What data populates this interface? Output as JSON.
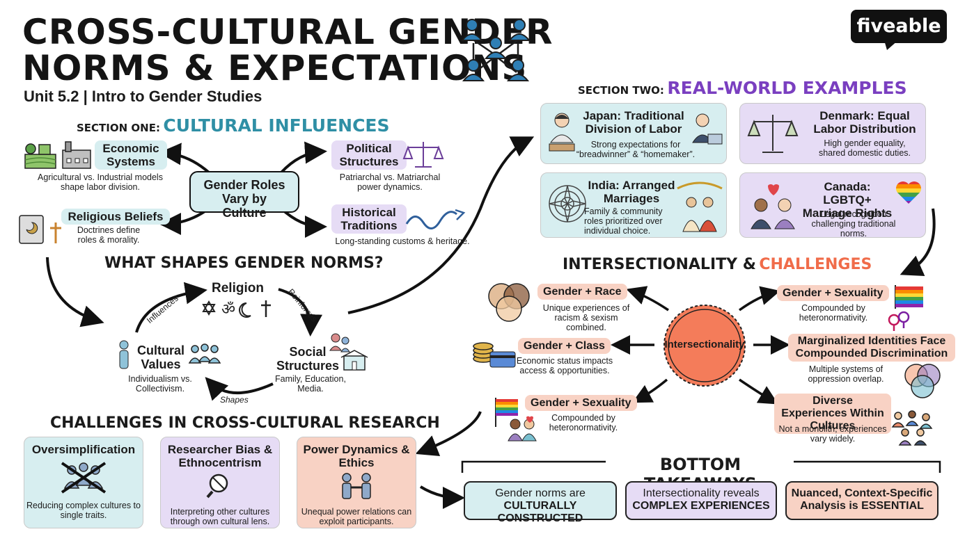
{
  "header": {
    "title_line1": "CROSS-CULTURAL GENDER",
    "title_line2": "NORMS & EXPECTATIONS",
    "subtitle": "Unit 5.2 | Intro to Gender Studies",
    "brand": "fiveable"
  },
  "section_one": {
    "label": "SECTION ONE:",
    "name": "CULTURAL INFLUENCES",
    "center": "Gender Roles Vary by Culture",
    "economic": {
      "title": "Economic Systems",
      "desc": "Agricultural vs. Industrial models shape labor division."
    },
    "political": {
      "title": "Political Structures",
      "desc": "Patriarchal vs. Matriarchal power dynamics."
    },
    "religious": {
      "title": "Religious Beliefs",
      "desc": "Doctrines define roles & morality."
    },
    "historical": {
      "title": "Historical Traditions",
      "desc": "Long-standing customs & heritage."
    }
  },
  "shapes": {
    "heading": "WHAT SHAPES GENDER NORMS?",
    "religion": "Religion",
    "social": "Social Structures",
    "social_desc": "Family, Education, Media.",
    "cultural": "Cultural Values",
    "cultural_desc": "Individualism vs. Collectivism.",
    "influences": "Influences",
    "reinforces": "Reinforces",
    "shapes": "Shapes"
  },
  "research": {
    "heading": "CHALLENGES IN CROSS-CULTURAL RESEARCH",
    "cards": [
      {
        "title": "Oversimplification",
        "desc": "Reducing complex cultures to single traits."
      },
      {
        "title": "Researcher Bias & Ethnocentrism",
        "desc": "Interpreting other cultures through own cultural lens."
      },
      {
        "title": "Power Dynamics & Ethics",
        "desc": "Unequal power relations can exploit participants."
      }
    ]
  },
  "section_two": {
    "label": "SECTION TWO:",
    "name": "REAL-WORLD EXAMPLES",
    "examples": [
      {
        "title": "Japan: Traditional Division of Labor",
        "desc": "Strong expectations for “breadwinner” & “homemaker”."
      },
      {
        "title": "Denmark: Equal Labor Distribution",
        "desc": "High gender equality, shared domestic duties."
      },
      {
        "title": "India: Arranged Marriages",
        "desc": "Family & community roles prioritized over individual choice."
      },
      {
        "title": "Canada: LGBTQ+ Marriage Rights",
        "desc": "Legal recognition challenging traditional norms."
      }
    ]
  },
  "intersect": {
    "heading_a": "INTERSECTIONALITY &",
    "heading_b": "CHALLENGES",
    "center": "Intersectionality",
    "race": {
      "title": "Gender + Race",
      "desc": "Unique experiences of racism & sexism combined."
    },
    "sexuality_right": {
      "title": "Gender + Sexuality",
      "desc": "Compounded by heteronormativity."
    },
    "class": {
      "title": "Gender + Class",
      "desc": "Economic status impacts access & opportunities."
    },
    "marginalized": {
      "title": "Marginalized Identities Face Compounded Discrimination",
      "desc": "Multiple systems of oppression overlap."
    },
    "sexuality_left": {
      "title": "Gender + Sexuality",
      "desc": "Compounded by heteronormativity."
    },
    "diverse": {
      "title": "Diverse Experiences Within Cultures",
      "desc": "Not a monolith; experiences vary widely."
    }
  },
  "takeaways": {
    "heading": "BOTTOM TAKEAWAYS",
    "items": [
      {
        "line1": "Gender norms are",
        "line2": "CULTURALLY CONSTRUCTED"
      },
      {
        "line1": "Intersectionality reveals",
        "line2": "COMPLEX EXPERIENCES"
      },
      {
        "line1": "Nuanced, Context-Specific",
        "line2": "Analysis is ESSENTIAL"
      }
    ]
  },
  "colors": {
    "teal": "#2f8fa5",
    "purple": "#7a3fc0",
    "salmon": "#f06c4a",
    "navy": "#1f5f8b"
  }
}
